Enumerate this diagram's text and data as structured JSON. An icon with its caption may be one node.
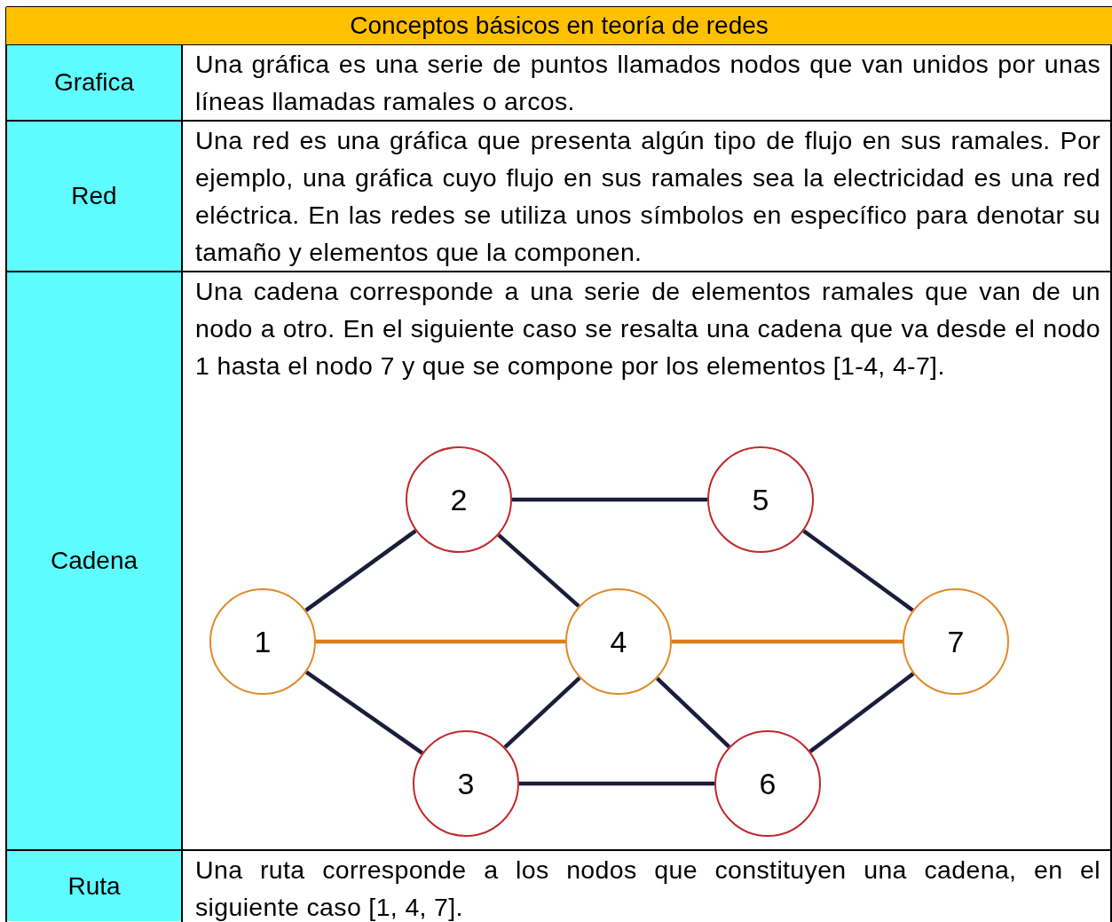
{
  "diagram": {
    "title": "Conceptos básicos en teoría de redes",
    "nodes": [
      {
        "text": [
          "1"
        ]
      },
      {
        "text": [
          "2"
        ]
      },
      {
        "text": [
          "3"
        ]
      },
      {
        "text": [
          "4"
        ]
      },
      {
        "text": [
          "5"
        ]
      },
      {
        "text": [
          "6"
        ]
      },
      {
        "text": [
          "7"
        ]
      }
    ],
    "edges": [
      {
        "from": 0,
        "to": 1,
        "arrow": "none"
      },
      {
        "from": 1,
        "to": 4,
        "arrow": "none"
      },
      {
        "from": 1,
        "to": 3,
        "arrow": "none"
      },
      {
        "from": 0,
        "to": 3,
        "arrow": "none",
        "color": "#e07b1a"
      },
      {
        "from": 3,
        "to": 6,
        "arrow": "none",
        "color": "#e07b1a"
      },
      {
        "from": 4,
        "to": 6,
        "arrow": "none"
      },
      {
        "from": 0,
        "to": 2,
        "arrow": "none"
      },
      {
        "from": 2,
        "to": 3,
        "arrow": "none"
      },
      {
        "from": 3,
        "to": 5,
        "arrow": "none"
      },
      {
        "from": 2,
        "to": 5,
        "arrow": "none"
      },
      {
        "from": 5,
        "to": 6,
        "arrow": "none"
      }
    ],
    "labels": [
      "Grafica",
      "Una gráfica es una serie de puntos llamados nodos que van unidos por unas líneas llamadas ramales o arcos.",
      "Red",
      "Una red es una gráfica que presenta algún tipo de flujo en sus ramales. Por ejemplo, una gráfica cuyo flujo en sus ramales sea la electricidad es una red eléctrica. En las redes se utiliza unos símbolos en específico para denotar su tamaño y elementos que la componen.",
      "Cadena",
      "Una cadena corresponde a una serie de elementos ramales que van de un nodo a otro. En el siguiente caso se resalta una cadena que va desde el nodo 1 hasta el nodo 7 y que se compone por los elementos [1-4, 4-7].",
      "Ruta",
      "Una ruta corresponde a los nodos que constituyen una cadena, en el siguiente caso [1, 4, 7]."
    ]
  }
}
